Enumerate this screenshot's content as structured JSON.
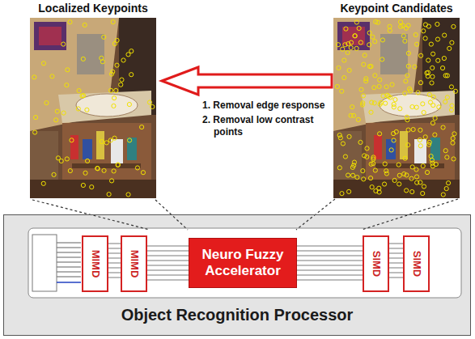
{
  "diagram": {
    "nodes": [
      {
        "text": [
          "Localized Keypoints"
        ]
      },
      {
        "text": [
          "Keypoint Candidates"
        ]
      },
      {
        "text": [
          "Object Recognition Processor"
        ]
      },
      {
        "text": [
          "MIMD"
        ],
        "in": 2
      },
      {
        "text": [
          "MIMD"
        ],
        "in": 2
      },
      {
        "text": [
          "Neuro Fuzzy Accelerator"
        ],
        "in": 2
      },
      {
        "text": [
          "SIMD"
        ],
        "in": 2
      },
      {
        "text": [
          "SIMD"
        ],
        "in": 2
      }
    ],
    "edges": [
      {
        "from": 1,
        "to": 0,
        "arrow": "to"
      },
      {
        "from": 3,
        "to": 4,
        "arrow": "none"
      },
      {
        "from": 4,
        "to": 5,
        "arrow": "none"
      },
      {
        "from": 5,
        "to": 6,
        "arrow": "none"
      },
      {
        "from": 6,
        "to": 7,
        "arrow": "none"
      }
    ],
    "labels": [
      "1. Removal edge response",
      "2. Removal low contrast points"
    ]
  }
}
